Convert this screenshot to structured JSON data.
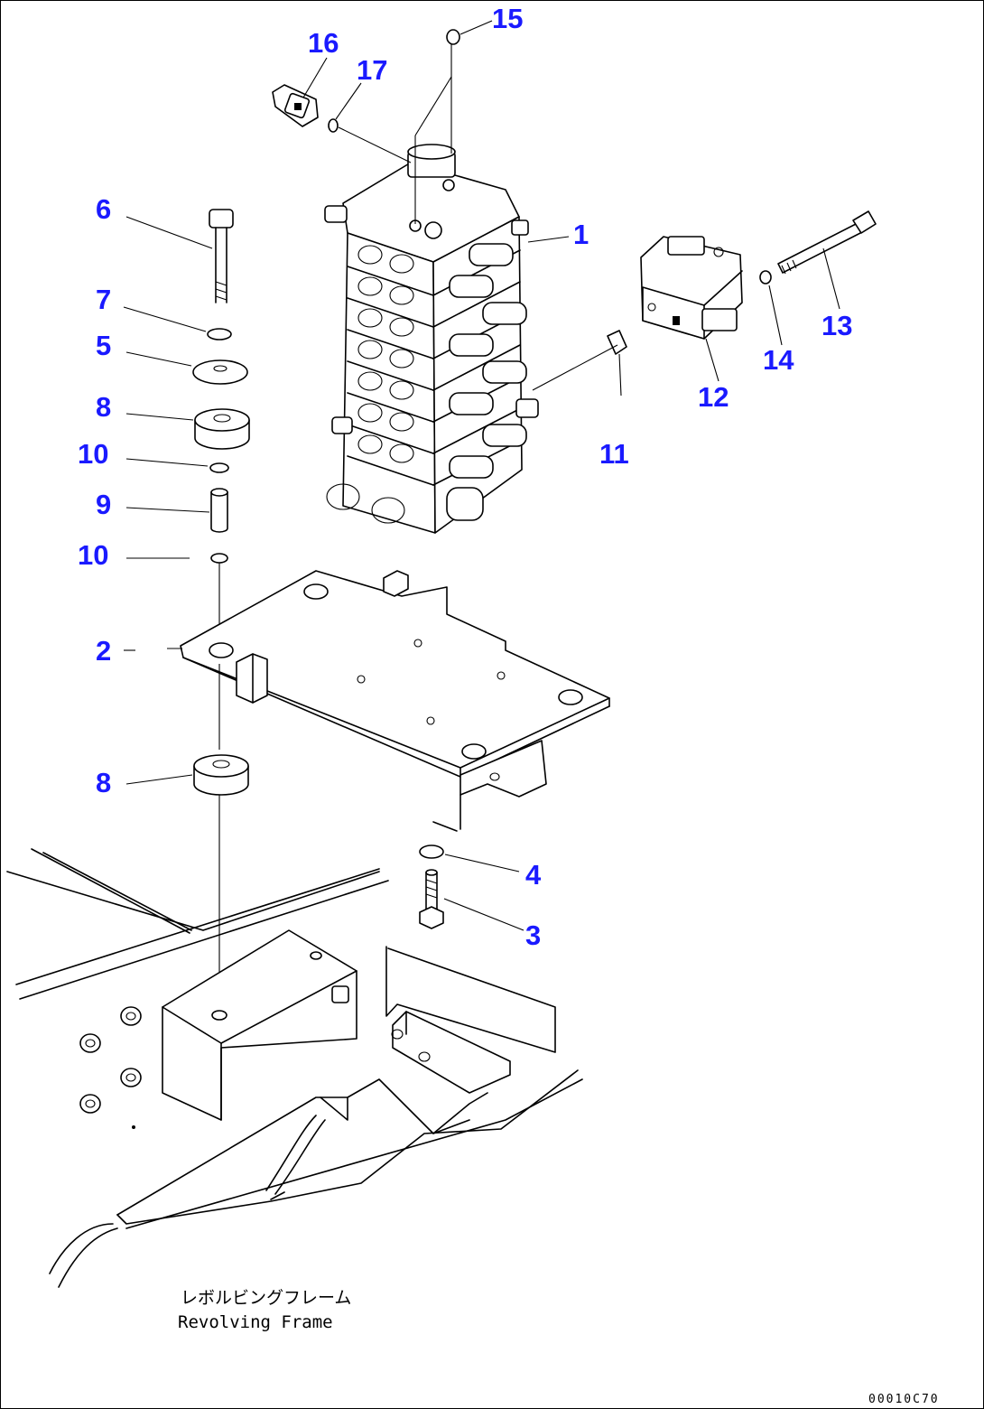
{
  "callouts": [
    {
      "id": "c1",
      "label": "1"
    },
    {
      "id": "c2",
      "label": "2"
    },
    {
      "id": "c3",
      "label": "3"
    },
    {
      "id": "c4",
      "label": "4"
    },
    {
      "id": "c5",
      "label": "5"
    },
    {
      "id": "c6",
      "label": "6"
    },
    {
      "id": "c7",
      "label": "7"
    },
    {
      "id": "c8a",
      "label": "8"
    },
    {
      "id": "c8b",
      "label": "8"
    },
    {
      "id": "c9",
      "label": "9"
    },
    {
      "id": "c10a",
      "label": "10"
    },
    {
      "id": "c10b",
      "label": "10"
    },
    {
      "id": "c11",
      "label": "11"
    },
    {
      "id": "c12",
      "label": "12"
    },
    {
      "id": "c13",
      "label": "13"
    },
    {
      "id": "c14",
      "label": "14"
    },
    {
      "id": "c15",
      "label": "15"
    },
    {
      "id": "c16",
      "label": "16"
    },
    {
      "id": "c17",
      "label": "17"
    }
  ],
  "caption": {
    "japanese": "レボルビングフレーム",
    "english": "Revolving Frame"
  },
  "drawing_code": "00010C70",
  "colors": {
    "callout": "#1a1aff",
    "line": "#000000",
    "background": "#ffffff"
  }
}
